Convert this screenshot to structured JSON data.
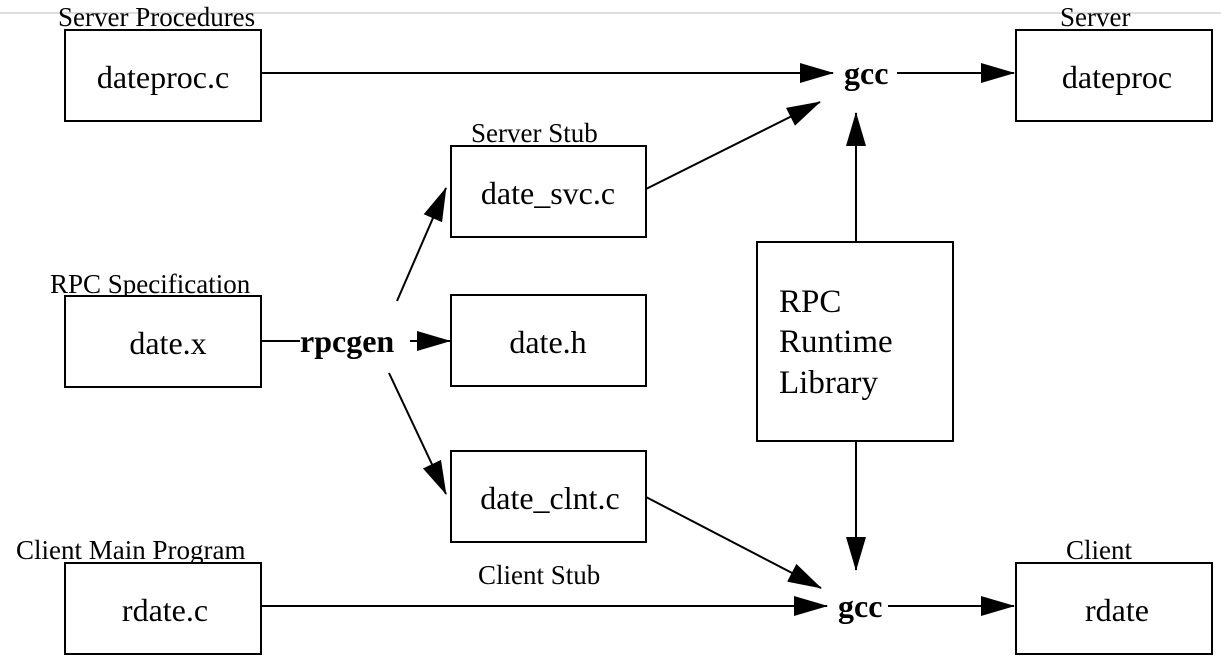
{
  "captions": {
    "server_procedures": "Server Procedures",
    "server": "Server",
    "server_stub": "Server Stub",
    "rpc_specification": "RPC Specification",
    "client_main_program": "Client Main Program",
    "client_stub": "Client Stub",
    "client": "Client"
  },
  "boxes": {
    "dateproc_c": "dateproc.c",
    "dateproc": "dateproc",
    "date_svc_c": "date_svc.c",
    "date_x": "date.x",
    "date_h": "date.h",
    "date_clnt_c": "date_clnt.c",
    "rdate_c": "rdate.c",
    "rdate": "rdate"
  },
  "tools": {
    "gcc_server": "gcc",
    "gcc_client": "gcc",
    "rpcgen": "rpcgen"
  },
  "library": {
    "line1": "RPC",
    "line2": "Runtime",
    "line3": "Library"
  }
}
